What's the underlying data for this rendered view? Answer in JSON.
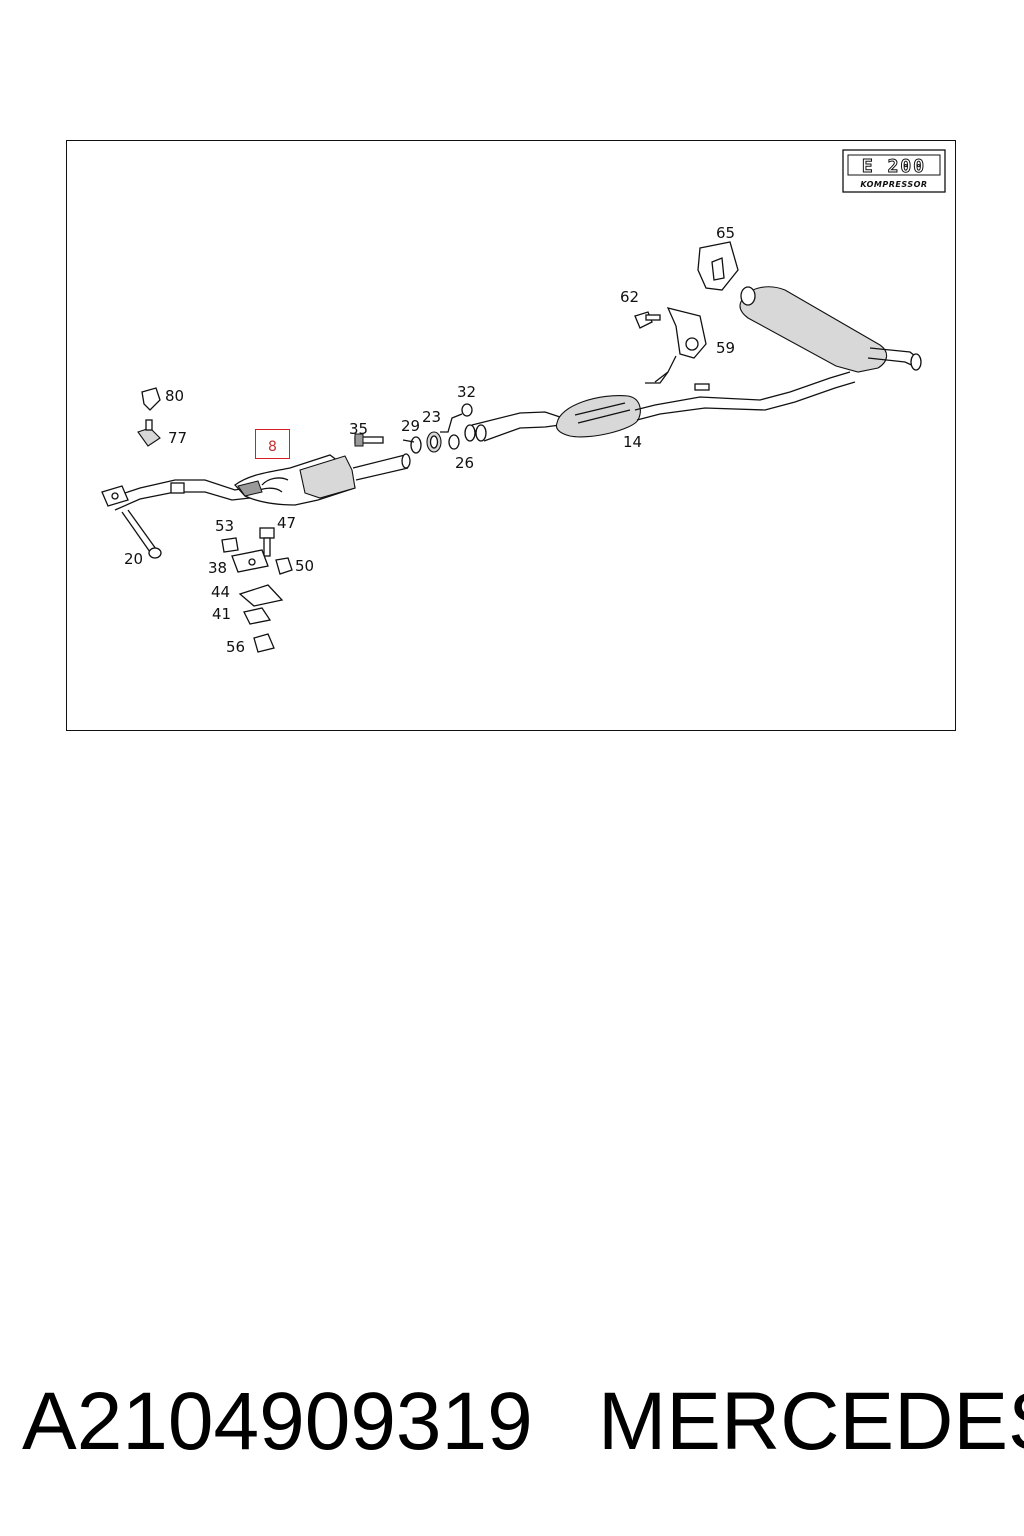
{
  "diagram": {
    "badge": {
      "model": "E 200",
      "sub": "KOMPRESSOR"
    },
    "highlight": {
      "label": "8"
    },
    "callouts": [
      "80",
      "77",
      "35",
      "29",
      "23",
      "32",
      "26",
      "14",
      "62",
      "65",
      "59",
      "53",
      "47",
      "38",
      "50",
      "44",
      "41",
      "56",
      "20"
    ]
  },
  "footer": {
    "part_number": "A2104909319",
    "manufacturer": "MERCEDES"
  },
  "colors": {
    "highlight": "#d81e1e",
    "line": "#111111"
  }
}
